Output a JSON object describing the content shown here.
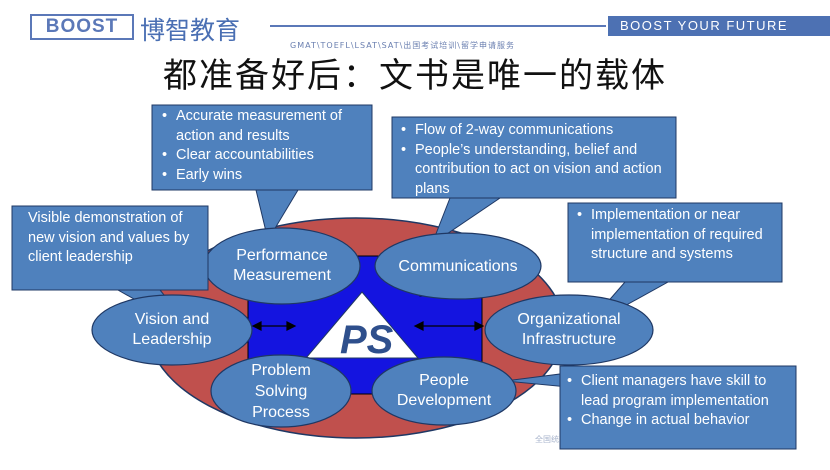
{
  "header": {
    "logo_text": "BOOST",
    "logo_cn": "博智教育",
    "slogan": "BOOST YOUR FUTURE",
    "subtitle": "GMAT\\TOEFL\\LSAT\\SAT\\出国考试培训\\留学申请服务"
  },
  "title": "都准备好后：文书是唯一的载体",
  "center": {
    "label": "PS"
  },
  "nodes": {
    "performance": "Performance Measurement",
    "communications": "Communications",
    "vision": "Vision and Leadership",
    "organizational": "Organizational Infrastructure",
    "problem": "Problem Solving Process",
    "people": "People Development"
  },
  "callouts": {
    "performance": [
      "Accurate measurement of action and results",
      "Clear accountabilities",
      "Early wins"
    ],
    "communications": [
      "Flow of 2-way communications",
      "People’s understanding, belief and contribution to act on vision and action plans"
    ],
    "vision": "Visible demonstration of new vision and values by client leadership",
    "organizational": [
      "Implementation or near implementation of required structure and systems"
    ],
    "people": [
      "Client managers have skill to lead program implementation",
      "Change in actual behavior"
    ]
  },
  "footer": "全国统",
  "colors": {
    "outer_ellipse": "#c0504d",
    "blue_fill": "#1414e0",
    "node": "#4f81bd",
    "node_stroke": "#1f3864"
  }
}
